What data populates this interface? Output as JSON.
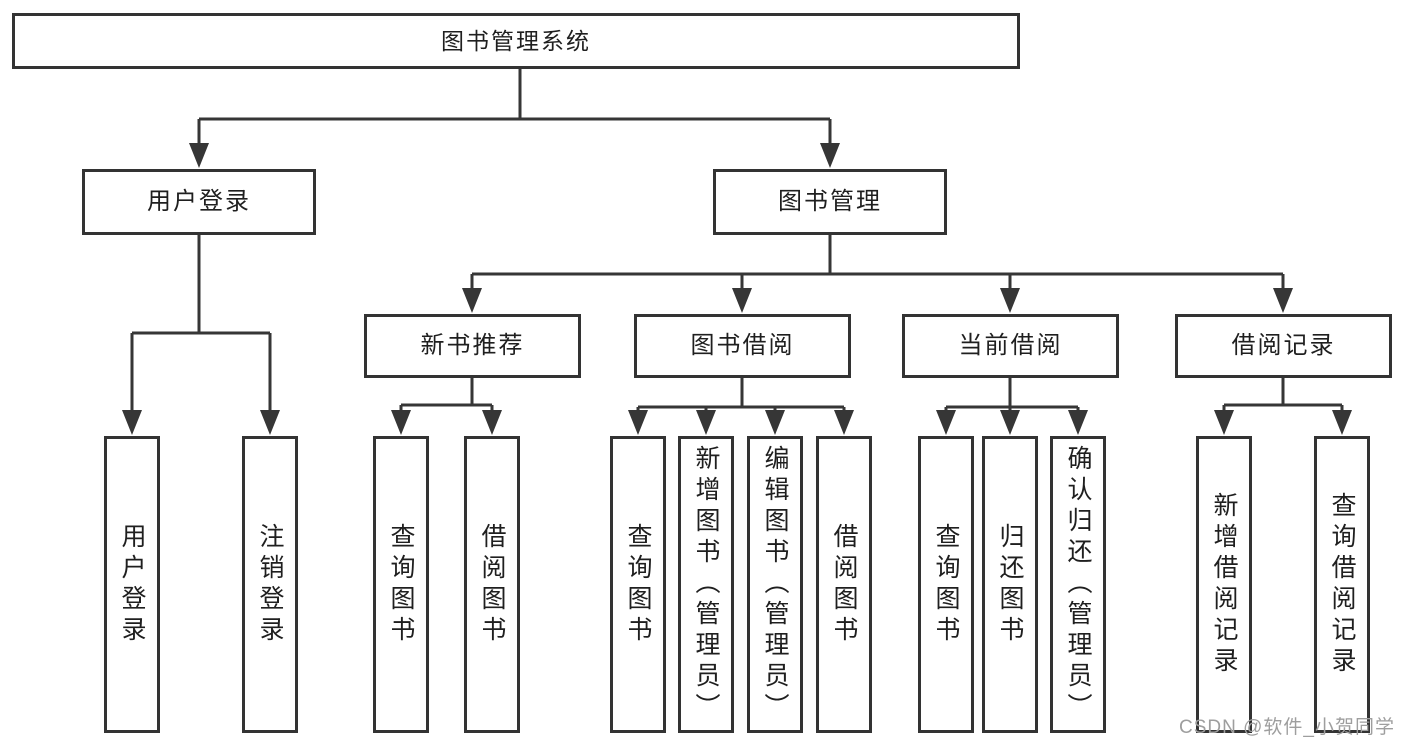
{
  "diagram": {
    "root": {
      "label": "图书管理系统"
    },
    "level2": {
      "user_login": {
        "label": "用户登录"
      },
      "book_management": {
        "label": "图书管理"
      }
    },
    "level3": {
      "new_book_recommend": {
        "label": "新书推荐"
      },
      "book_borrow": {
        "label": "图书借阅"
      },
      "current_borrow": {
        "label": "当前借阅"
      },
      "borrow_record": {
        "label": "借阅记录"
      }
    },
    "leaves": {
      "user_login": {
        "label": "用户登录"
      },
      "logout": {
        "label": "注销登录"
      },
      "nbr_query_book": {
        "label": "查询图书"
      },
      "nbr_borrow_book": {
        "label": "借阅图书"
      },
      "bb_query_book": {
        "label": "查询图书"
      },
      "bb_add_book": {
        "label": "新增图书（管理员）"
      },
      "bb_edit_book": {
        "label": "编辑图书（管理员）"
      },
      "bb_borrow_book": {
        "label": "借阅图书"
      },
      "cb_query_book": {
        "label": "查询图书"
      },
      "cb_return_book": {
        "label": "归还图书"
      },
      "cb_confirm_return": {
        "label": "确认归还（管理员）"
      },
      "br_add_record": {
        "label": "新增借阅记录"
      },
      "br_query_record": {
        "label": "查询借阅记录"
      }
    },
    "watermark": {
      "text": "CSDN @软件_小贺同学"
    },
    "colors": {
      "line": "#363636",
      "box_border": "#333333",
      "text": "#1f1f1f",
      "background": "#ffffff",
      "watermark": "#9e9e9e"
    }
  }
}
